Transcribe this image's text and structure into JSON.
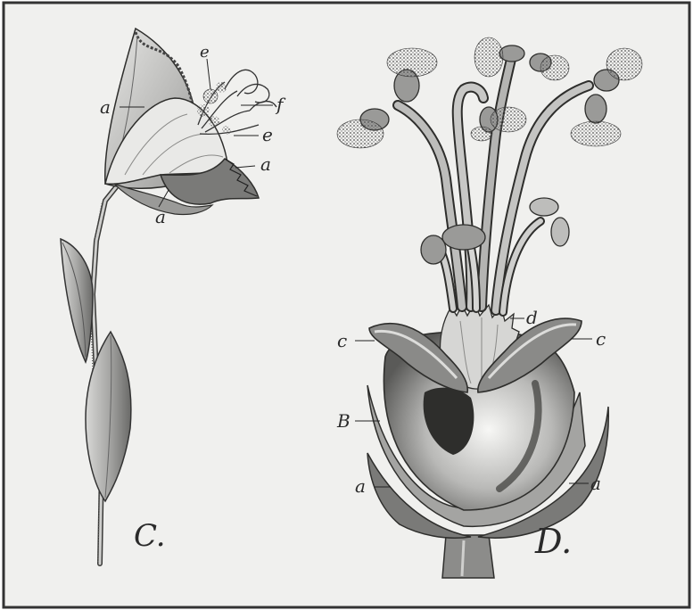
{
  "figure_c": {
    "title": "C.",
    "labels": {
      "a_upper": "a",
      "a_lower": "a",
      "a_right": "a",
      "e_top": "e",
      "e_mid": "e",
      "f": "f"
    }
  },
  "figure_d": {
    "title": "D.",
    "labels": {
      "d": "d",
      "c_left": "c",
      "c_right": "c",
      "b": "B",
      "a_left": "a",
      "a_right": "a"
    }
  },
  "colors": {
    "paper": "#f0f0ee",
    "ink": "#2a2a2a",
    "shade": "#8a8a88",
    "dark": "#3c3c3a"
  }
}
